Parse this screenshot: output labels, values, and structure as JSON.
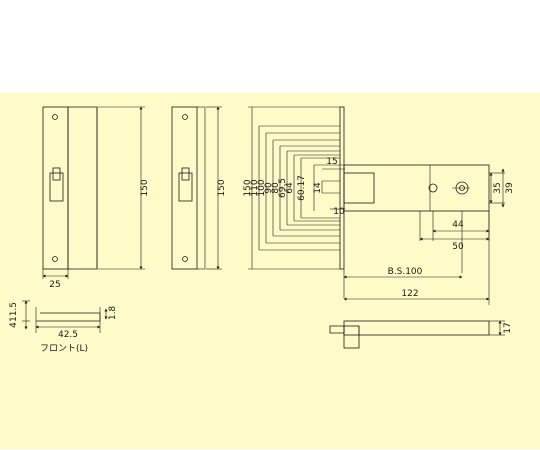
{
  "colors": {
    "background": "#fffbc8",
    "line": "#1a1a1a",
    "page": "#ffffff"
  },
  "front_view_1": {
    "width_label": "25",
    "height_label": "150"
  },
  "front_view_2": {
    "height_label": "150"
  },
  "section": {
    "label_11_5": "11.5",
    "label_4": "4",
    "label_1_8": "1.8",
    "label_42_5": "42.5",
    "caption": "フロント(L)"
  },
  "side_view": {
    "heights": [
      "150",
      "110",
      "100",
      "90",
      "80",
      "69.5",
      "64",
      "60.17",
      "14"
    ],
    "label_15": "15",
    "label_10": "10",
    "label_35": "35",
    "label_39": "39",
    "label_44": "44",
    "label_50": "50",
    "label_bs": "B.S.100",
    "label_122": "122",
    "label_17": "17"
  }
}
